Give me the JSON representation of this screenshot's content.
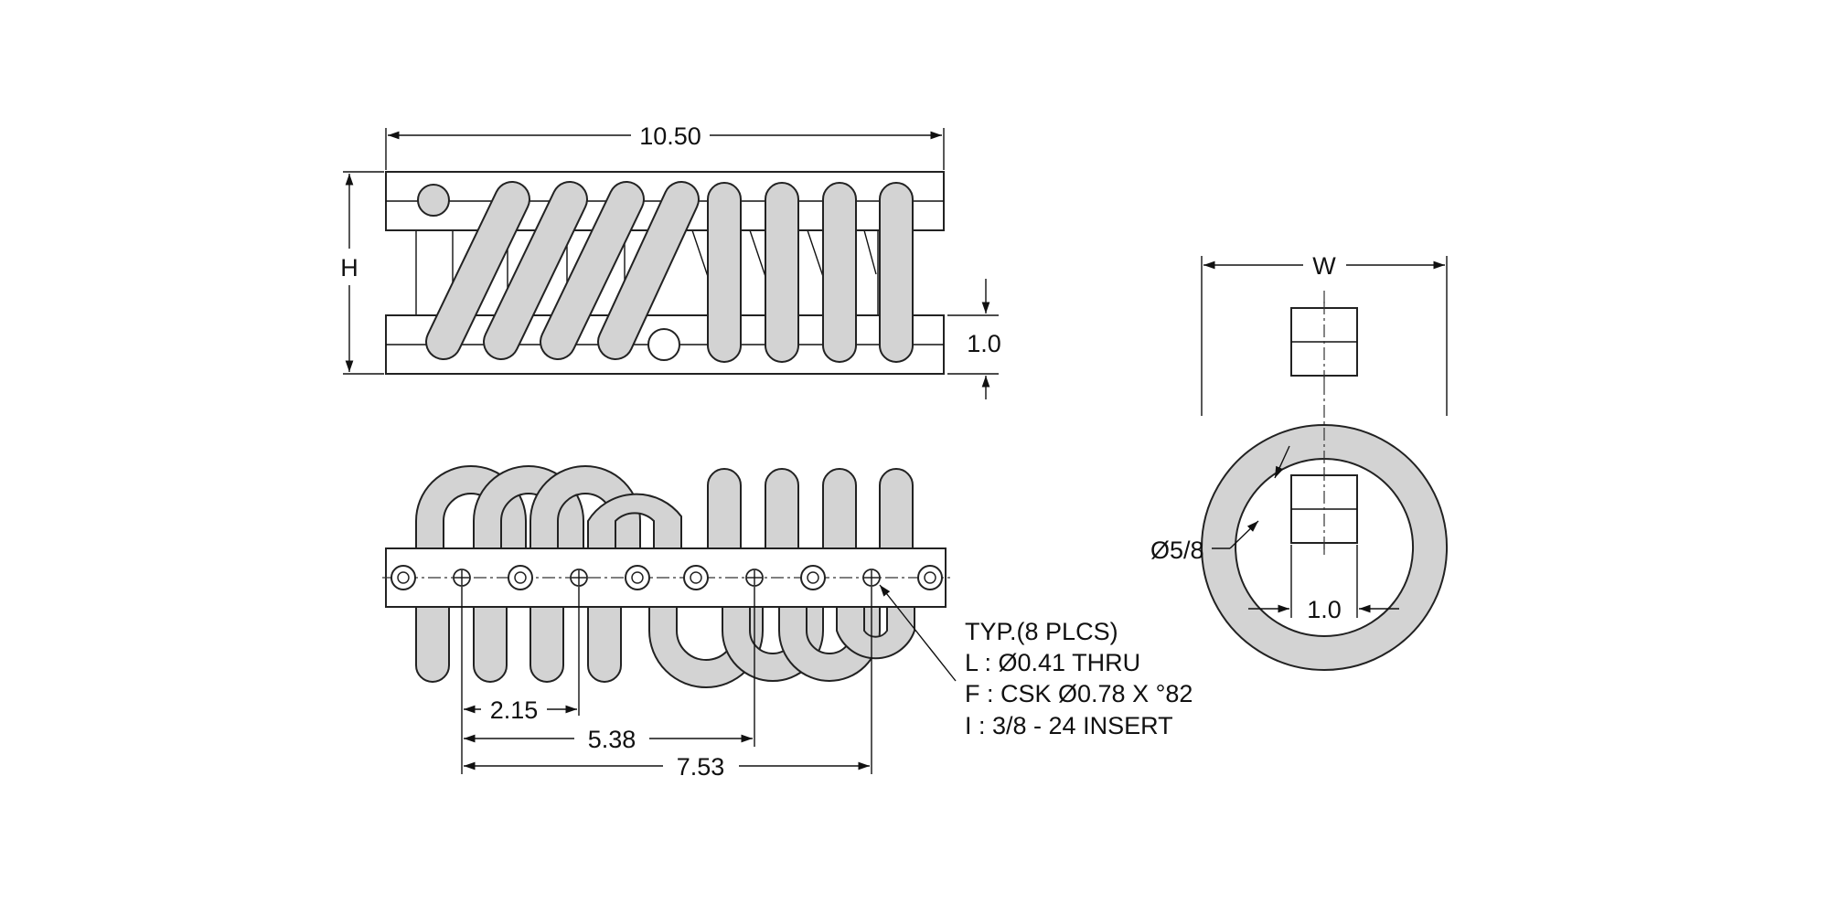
{
  "dimensions": {
    "overall_length": "10.50",
    "height": "H",
    "bar_thickness": "1.0",
    "width": "W",
    "cable_diameter": "Ø5/8",
    "bar_width": "1.0",
    "spacing_1": "2.15",
    "spacing_2": "5.38",
    "spacing_3": "7.53"
  },
  "note": {
    "line1": "TYP.(8 PLCS)",
    "line2": "L : Ø0.41 THRU",
    "line3": "F : CSK Ø0.78 X °82",
    "line4": "I : 3/8 - 24 INSERT"
  },
  "colors": {
    "coil_fill": "#d3d3d3",
    "line": "#111111",
    "background": "#ffffff"
  }
}
